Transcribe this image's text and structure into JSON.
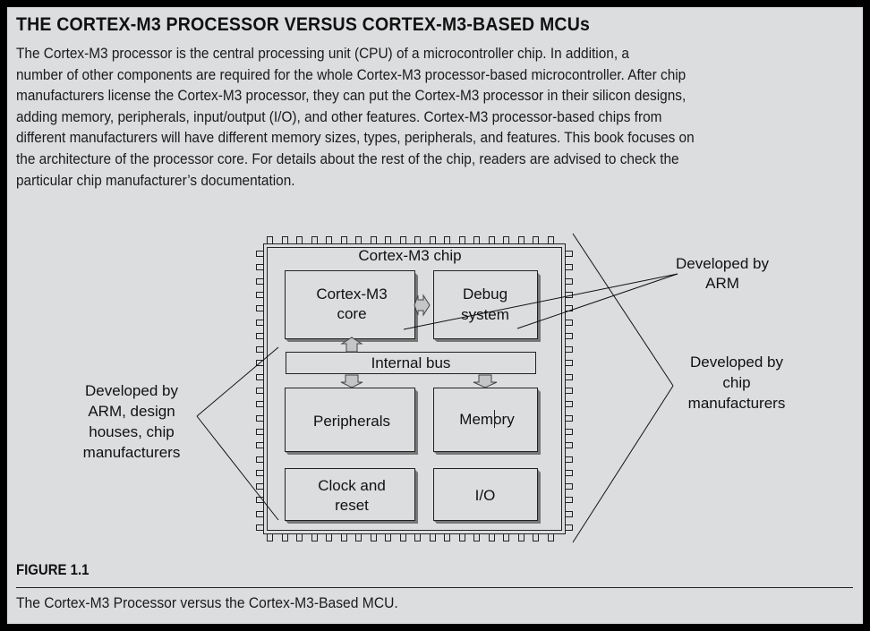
{
  "title": "THE CORTEX-M3 PROCESSOR VERSUS CORTEX-M3-BASED MCUs",
  "body_lines": [
    "The Cortex-M3 processor is the central processing unit (CPU) of a microcontroller chip. In addition, a",
    "number of other components are required for the whole Cortex-M3 processor-based microcontroller. After chip",
    "manufacturers license the Cortex-M3 processor, they can put the Cortex-M3 processor in their silicon designs,",
    "adding memory, peripherals, input/output (I/O), and other features. Cortex-M3 processor-based chips from",
    "different manufacturers will have different memory sizes, types, peripherals, and features. This book focuses on",
    "the architecture of the processor core. For details about the rest of the chip, readers are advised to check the",
    "particular chip manufacturer’s documentation."
  ],
  "figure": {
    "chip_label": "Cortex-M3 chip",
    "blocks": {
      "core": [
        "Cortex-M3",
        "core"
      ],
      "debug": [
        "Debug",
        "system"
      ],
      "bus": "Internal bus",
      "peripherals": "Peripherals",
      "memory": "Memory",
      "clock": [
        "Clock and",
        "reset"
      ],
      "io": "I/O"
    },
    "annotations": {
      "arm": [
        "Developed by",
        "ARM"
      ],
      "chip_manufacturers": [
        "Developed by",
        "chip",
        "manufacturers"
      ],
      "arm_design_houses": [
        "Developed by",
        "ARM, design",
        "houses, chip",
        "manufacturers"
      ]
    },
    "label": "FIGURE 1.1",
    "caption": "The Cortex-M3 Processor versus the Cortex-M3-Based MCU."
  }
}
